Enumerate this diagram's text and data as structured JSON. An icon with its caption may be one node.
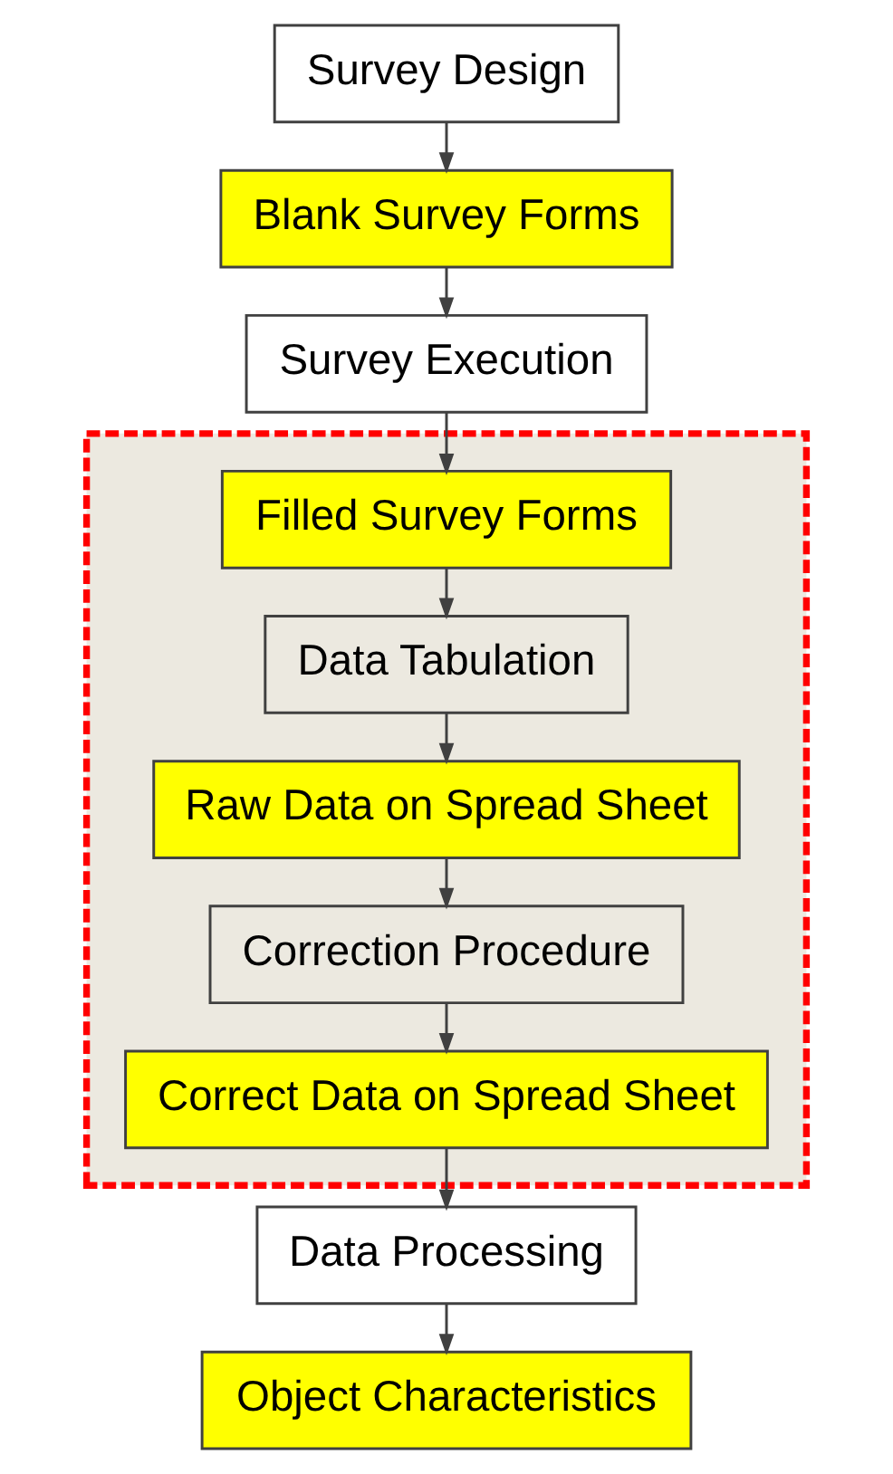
{
  "diagram": {
    "nodes": [
      {
        "text": [
          "Survey Design"
        ]
      },
      {
        "text": [
          "Blank Survey Forms"
        ]
      },
      {
        "text": [
          "Survey Execution"
        ]
      },
      {
        "text": [],
        "shape": "box"
      },
      {
        "text": [
          "Filled Survey Forms"
        ],
        "in": 3
      },
      {
        "text": [
          "Data Tabulation"
        ],
        "in": 3
      },
      {
        "text": [
          "Raw Data on Spread Sheet"
        ],
        "in": 3
      },
      {
        "text": [
          "Correction Procedure"
        ],
        "in": 3
      },
      {
        "text": [
          "Correct Data on Spread Sheet"
        ],
        "in": 3
      },
      {
        "text": [
          "Data Processing"
        ]
      },
      {
        "text": [
          "Object Characteristics"
        ]
      }
    ],
    "edges": [
      {
        "from": 0,
        "to": 1,
        "arrow": "to"
      },
      {
        "from": 1,
        "to": 2,
        "arrow": "to"
      },
      {
        "from": 2,
        "to": 4,
        "arrow": "to"
      },
      {
        "from": 4,
        "to": 5,
        "arrow": "to"
      },
      {
        "from": 5,
        "to": 6,
        "arrow": "to"
      },
      {
        "from": 6,
        "to": 7,
        "arrow": "to"
      },
      {
        "from": 7,
        "to": 8,
        "arrow": "to"
      },
      {
        "from": 8,
        "to": 9,
        "arrow": "to"
      },
      {
        "from": 9,
        "to": 10,
        "arrow": "to"
      }
    ]
  }
}
